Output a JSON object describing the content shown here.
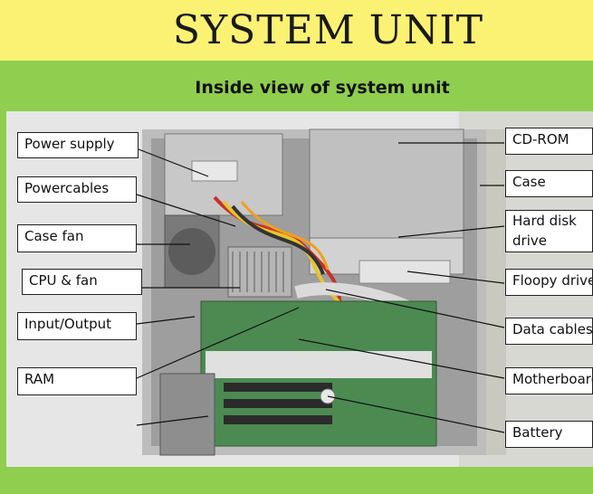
{
  "header": {
    "title": "SYSTEM UNIT"
  },
  "subtitle": "Inside view of system unit",
  "labels": {
    "power_supply": "Power supply",
    "powercables": "Powercables",
    "case_fan": "Case fan",
    "cpu_fan": "CPU & fan",
    "input_output": "Input/Output",
    "ram": "RAM",
    "cd_rom": "CD-ROM",
    "case": "Case",
    "hard_disk_line1": "Hard disk",
    "hard_disk_line2": "drive",
    "floppy_drive": "Floopy drive",
    "data_cables": "Data cables",
    "motherboard": "Motherboard",
    "battery": "Battery"
  },
  "colors": {
    "title_band": "#fbf274",
    "body_band": "#8fce4e",
    "label_border": "#222222"
  }
}
